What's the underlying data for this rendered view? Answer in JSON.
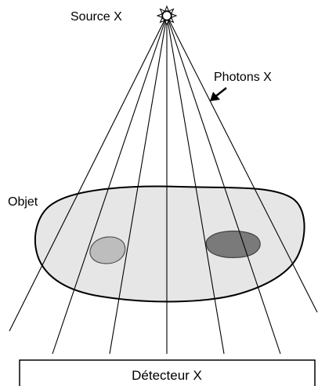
{
  "labels": {
    "source": "Source X",
    "photons": "Photons X",
    "object": "Objet",
    "detector": "Détecteur X"
  },
  "colors": {
    "stroke": "#000000",
    "object_fill": "#e6e6e6",
    "inclusion_light": "#bdbdbd",
    "inclusion_dark": "#7a7a7a",
    "background": "#ffffff"
  },
  "icons": {
    "source": "sun-burst-icon",
    "pointer": "arrow-icon"
  }
}
